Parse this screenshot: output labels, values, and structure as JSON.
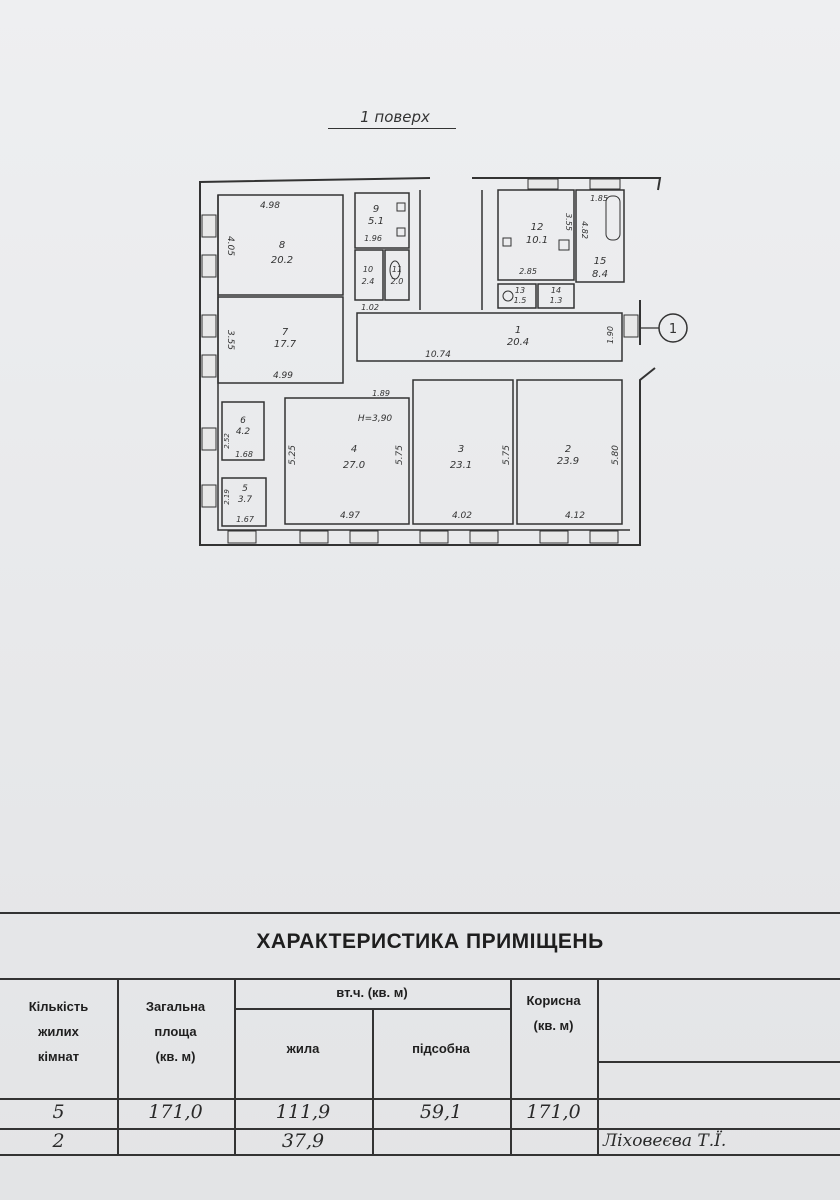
{
  "floor_title": "1 поверх",
  "axis_marker": "1",
  "plan": {
    "rooms": [
      {
        "id": "room-8",
        "number": "8",
        "area": "20.2"
      },
      {
        "id": "room-7",
        "number": "7",
        "area": "17.7"
      },
      {
        "id": "room-9",
        "number": "9",
        "area": "5.1"
      },
      {
        "id": "room-10",
        "number": "10",
        "area": "2.4"
      },
      {
        "id": "room-11",
        "number": "11",
        "area": "2.0"
      },
      {
        "id": "room-12",
        "number": "12",
        "area": "10.1"
      },
      {
        "id": "room-15",
        "number": "15",
        "area": "8.4"
      },
      {
        "id": "room-13",
        "number": "13",
        "area": "1.5"
      },
      {
        "id": "room-14",
        "number": "14",
        "area": "1.3"
      },
      {
        "id": "room-1",
        "number": "1",
        "area": "20.4"
      },
      {
        "id": "room-6",
        "number": "6",
        "area": "4.2"
      },
      {
        "id": "room-5",
        "number": "5",
        "area": "3.7"
      },
      {
        "id": "room-4",
        "number": "4",
        "area": "27.0"
      },
      {
        "id": "room-3",
        "number": "3",
        "area": "23.1"
      },
      {
        "id": "room-2",
        "number": "2",
        "area": "23.9"
      }
    ],
    "dimensions": [
      "4.98",
      "4.05",
      "3.55",
      "4.99",
      "1.96",
      "1.02",
      "1.85",
      "3.55",
      "4.82",
      "2.85",
      "10.74",
      "1.90",
      "1.89",
      "H=3,90",
      "2.52",
      "1.68",
      "2.19",
      "1.67",
      "5.25",
      "5.75",
      "4.97",
      "5.75",
      "4.02",
      "5.80",
      "4.12"
    ]
  },
  "table": {
    "title": "ХАРАКТЕРИСТИКА ПРИМІЩЕНЬ",
    "headers": {
      "rooms": [
        "Кількість",
        "жилих",
        "кімнат"
      ],
      "total": [
        "Загальна",
        "площа",
        "(кв. м)"
      ],
      "incl": "вт.ч. (кв. м)",
      "living": "жила",
      "aux": "підсобна",
      "useful": [
        "Корисна",
        "(кв. м)"
      ]
    },
    "rows": [
      {
        "rooms": "5",
        "total": "171,0",
        "living": "111,9",
        "aux": "59,1",
        "useful": "171,0",
        "note": ""
      },
      {
        "rooms": "2",
        "total": "",
        "living": "37,9",
        "aux": "",
        "useful": "",
        "note": "Ліховеєва Т.Ї."
      }
    ]
  }
}
